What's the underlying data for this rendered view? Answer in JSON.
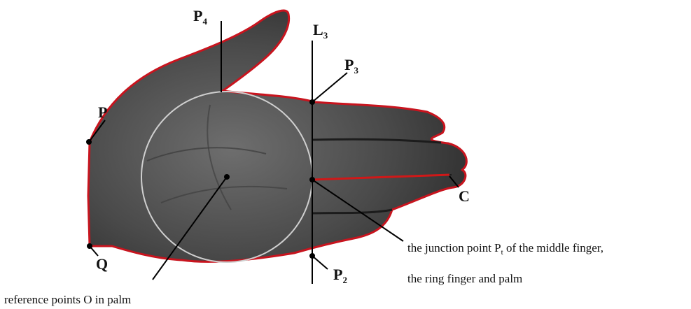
{
  "labels": {
    "p4": {
      "main": "P",
      "sub": "4"
    },
    "l3": {
      "main": "L",
      "sub": "3"
    },
    "p3": {
      "main": "P",
      "sub": "3"
    },
    "p": "P",
    "c": "C",
    "q": "Q",
    "p2": {
      "main": "P",
      "sub": "2"
    }
  },
  "captions": {
    "junction_line1_a": "the junction point P",
    "junction_line1_sub": "t",
    "junction_line1_b": " of the middle finger,",
    "junction_line2": "the ring finger and palm",
    "reference": "reference points O in palm"
  },
  "colors": {
    "outline": "#c8141e",
    "skin_dark": "#2a2a2a",
    "skin_light": "#6e6e6e",
    "circle": "#c9c9c9",
    "lines": "#000000"
  }
}
